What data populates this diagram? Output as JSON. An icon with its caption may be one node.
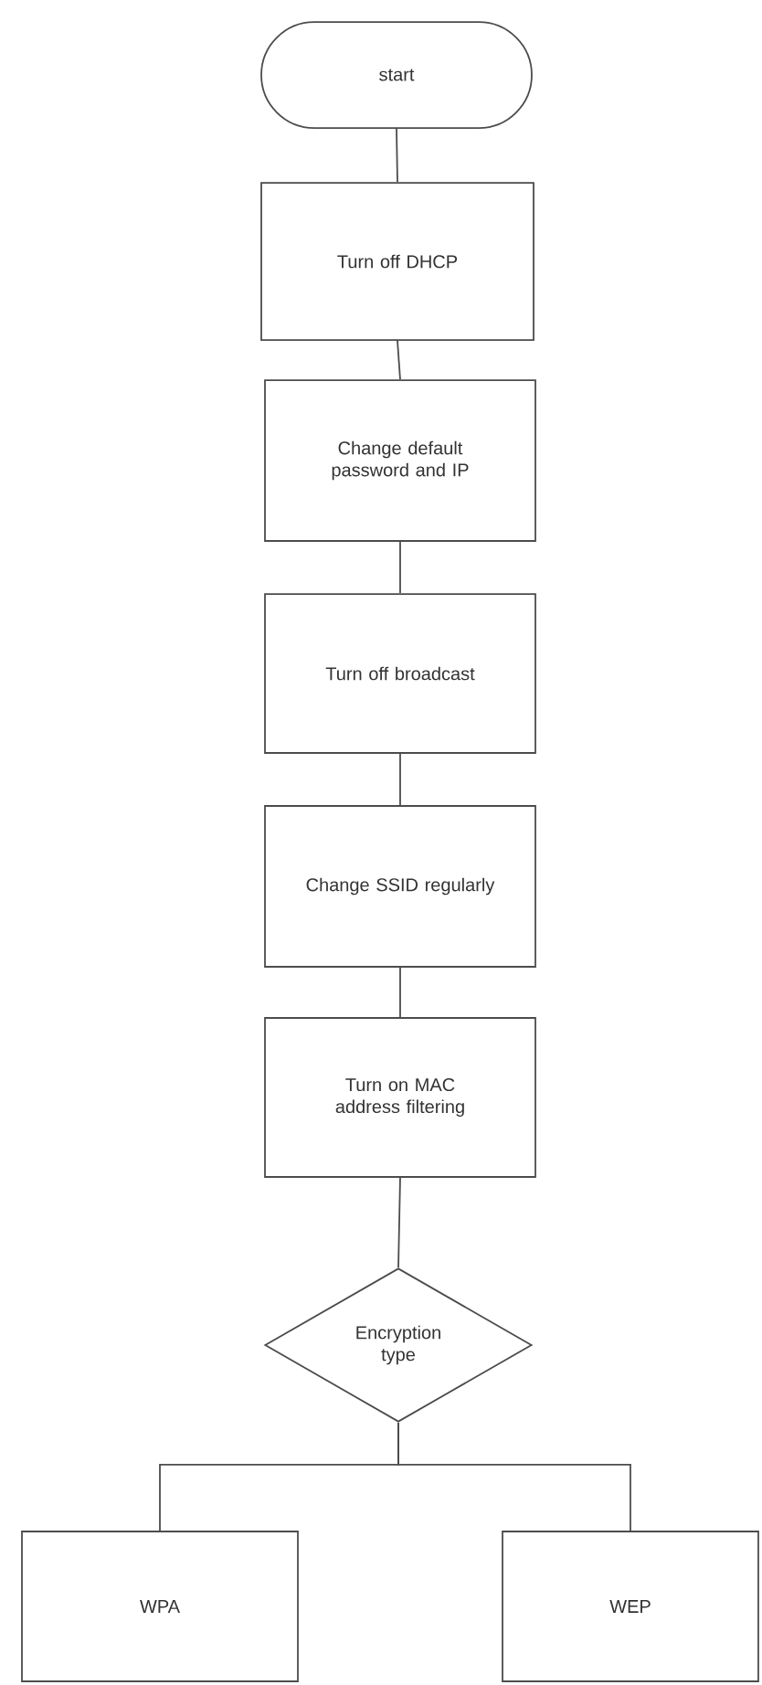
{
  "diagram": {
    "nodes": [
      {
        "text": [
          "start"
        ]
      },
      {
        "text": [
          "Turn off DHCP"
        ]
      },
      {
        "text": [
          "Change default password and IP"
        ]
      },
      {
        "text": [
          "Turn off broadcast"
        ]
      },
      {
        "text": [
          "Change SSID regularly"
        ]
      },
      {
        "text": [
          "Turn on MAC address filtering"
        ]
      },
      {
        "text": [
          "Encryption type"
        ]
      },
      {
        "text": [
          "WPA"
        ]
      },
      {
        "text": [
          "WEP"
        ]
      }
    ],
    "edges": [
      {
        "from": 0,
        "to": 1,
        "arrow": "none"
      },
      {
        "from": 1,
        "to": 2,
        "arrow": "none"
      },
      {
        "from": 2,
        "to": 3,
        "arrow": "none"
      },
      {
        "from": 3,
        "to": 4,
        "arrow": "none"
      },
      {
        "from": 4,
        "to": 5,
        "arrow": "none"
      },
      {
        "from": 5,
        "to": 6,
        "arrow": "none"
      },
      {
        "from": 6,
        "to": 7,
        "arrow": "none"
      },
      {
        "from": 6,
        "to": 8,
        "arrow": "none"
      }
    ]
  }
}
